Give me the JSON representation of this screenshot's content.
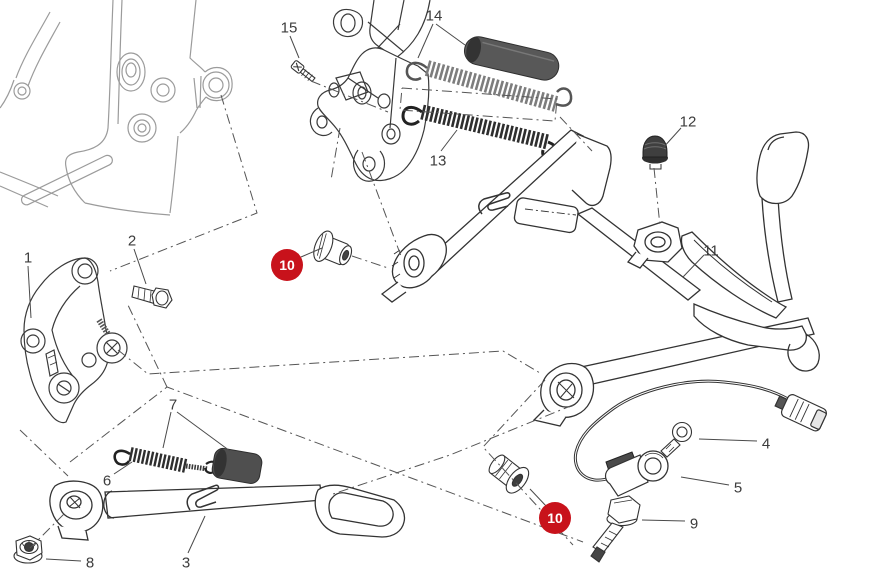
{
  "diagram": {
    "kind": "exploded-parts-diagram",
    "colors": {
      "background": "#ffffff",
      "part_line": "#333333",
      "casing_line": "#9b9b9b",
      "dashdot_line": "#555555",
      "rubber_fill": "#4f4f4f",
      "spring_dark": "#2e2e2e",
      "spring_light": "#7d7d7d",
      "badge": "#c8121b",
      "badge_text": "#ffffff",
      "label_text": "#3c3c3c"
    },
    "labels": [
      {
        "id": "1",
        "text": "1"
      },
      {
        "id": "2",
        "text": "2"
      },
      {
        "id": "3",
        "text": "3"
      },
      {
        "id": "4",
        "text": "4"
      },
      {
        "id": "5",
        "text": "5"
      },
      {
        "id": "6",
        "text": "6"
      },
      {
        "id": "7",
        "text": "7"
      },
      {
        "id": "8",
        "text": "8"
      },
      {
        "id": "9",
        "text": "9"
      },
      {
        "id": "11",
        "text": "11"
      },
      {
        "id": "12",
        "text": "12"
      },
      {
        "id": "13",
        "text": "13"
      },
      {
        "id": "14",
        "text": "14"
      },
      {
        "id": "15",
        "text": "15"
      }
    ],
    "badges": [
      {
        "id": "10-left",
        "text": "10"
      },
      {
        "id": "10-right",
        "text": "10"
      }
    ]
  }
}
